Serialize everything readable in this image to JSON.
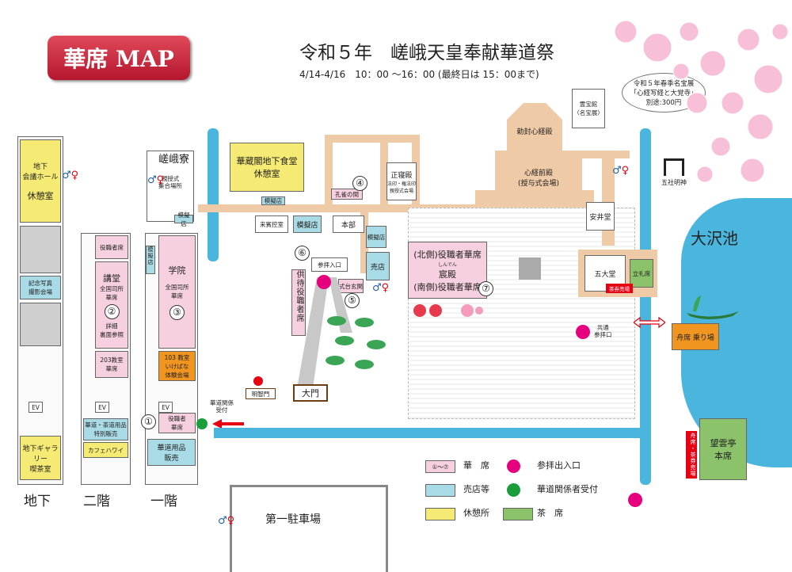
{
  "header": {
    "badge": "華席 MAP",
    "title": "令和５年　嵯峨天皇奉献華道祭",
    "dates": "4/14-4/16　10：00 〜16：00 (最終日は 15：00まで)"
  },
  "callout": {
    "lines": [
      "令和５年春季名宝展",
      "「心経写経と大覚寺」",
      "別途:300円"
    ]
  },
  "columns": {
    "b1": "地下",
    "f2": "二階",
    "f1": "一階"
  },
  "basement": {
    "hall": [
      "地下",
      "会議ホール"
    ],
    "rest": "休憩室",
    "photo": [
      "記念写真",
      "撮影会場"
    ],
    "gallery": [
      "地下ギャラリー",
      "喫茶室"
    ],
    "ev": "EV"
  },
  "floor2": {
    "room1": "役職者席",
    "hall": "講堂",
    "hall_sub": [
      "全国司所",
      "華席"
    ],
    "detail": [
      "詳細",
      "裏面参照"
    ],
    "room203": [
      "203教室",
      "華席"
    ],
    "ev": "EV",
    "shop": [
      "華道・茶道用品",
      "特別販売"
    ],
    "cafe": "カフェハワイ"
  },
  "floor1": {
    "school": "学院",
    "school_sub": [
      "全国司所",
      "華席"
    ],
    "room103": [
      "103 教室",
      "いけばな",
      "体験会場"
    ],
    "vip": [
      "役職者",
      "華席"
    ],
    "ev": "EV",
    "supplies": [
      "華道用品",
      "販売"
    ],
    "shop_tag": "模擬店"
  },
  "staff_reception": [
    "華道関係",
    "受付"
  ],
  "map": {
    "sagaryo": "嵯峨寮",
    "sagaryo_sub": [
      "親授式",
      "集合場所"
    ],
    "shop_mogi": "模擬店",
    "kazoukaku": [
      "華蔵閣地下食堂",
      "休憩室"
    ],
    "kazoukaku_tag": "模擬店",
    "kujaku": "孔雀の間",
    "shoshinden": "正寝殿",
    "shoshinden_sub": [
      "法印・権法印",
      "親授式会場"
    ],
    "raihin": "来賓控室",
    "mogiten": "模擬店",
    "honbu": "本部",
    "mogiten2": "模擬店",
    "baiten": "売店",
    "sanpai": "参拝入口",
    "shikidai": "式台玄関",
    "kyoji": "供待役職者席",
    "shinden_n": "(北側)役職者華席",
    "shinden_ruby": "しんでん",
    "shinden": "宸殿",
    "shinden_s": "(南側)役職者華席",
    "chokufu": "勅封心経殿",
    "shingyo": "心経前殿",
    "shingyo_sub": "(授与式会場)",
    "reihokan": [
      "霊宝館",
      "〈名宝展〉"
    ],
    "yasui": "安井堂",
    "godai": "五大堂",
    "tachirei": "立礼席",
    "chaken": "茶券売場",
    "kyotsu": [
      "共通",
      "参拝口"
    ],
    "gosha": "五社明神",
    "osawa": "大沢池",
    "funa": "舟席 乗り場",
    "boun": [
      "望雲亭",
      "本席"
    ],
    "funa_tag": "舟席・茶券売場",
    "daimon": "大門",
    "meichimon": "明智門",
    "parking": "第一駐車場"
  },
  "legend": {
    "range": "①〜⑦",
    "hana": "華　席",
    "entrance": "参拝出入口",
    "shop": "売店等",
    "staff": "華道関係者受付",
    "rest": "休憩所",
    "tea": "茶　席"
  },
  "numbers": [
    "①",
    "②",
    "③",
    "④",
    "⑤",
    "⑥",
    "⑦"
  ],
  "colors": {
    "badge": "#c81e3c",
    "pink": "#e6007e",
    "green": "#1a9e3c",
    "water": "#4ab6de"
  }
}
